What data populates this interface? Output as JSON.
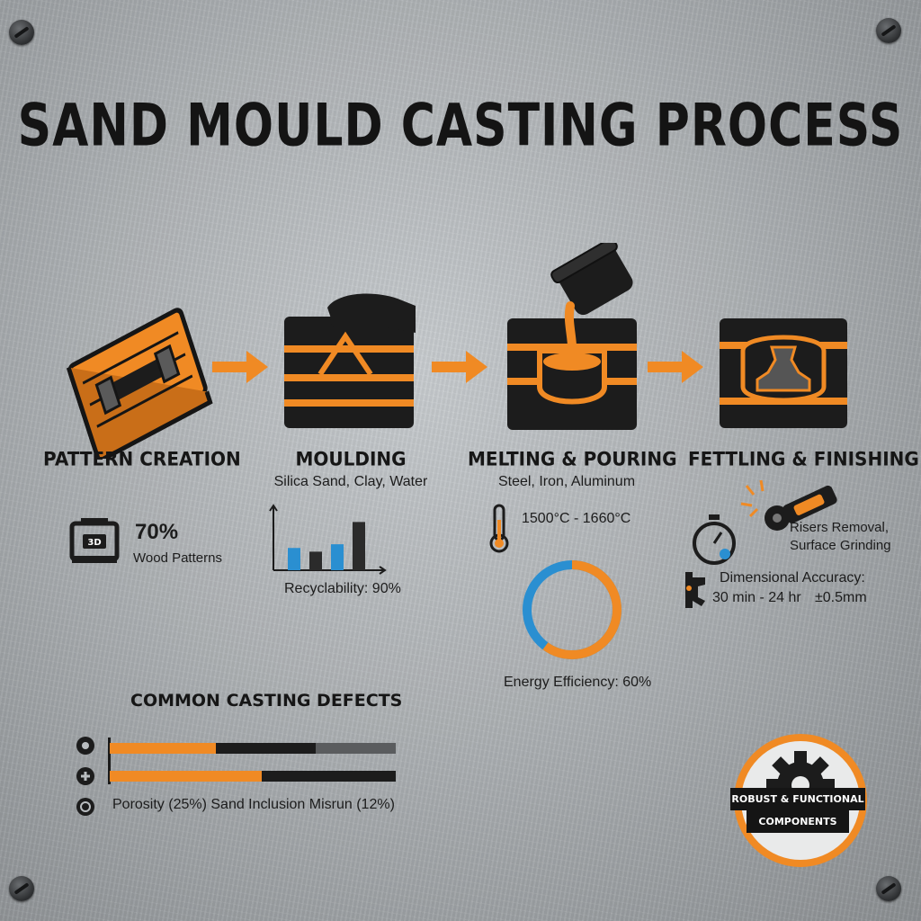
{
  "title": "SAND MOULD CASTING PROCESS",
  "steps": [
    {
      "label": "PATTERN CREATION",
      "sub": ""
    },
    {
      "label": "MOULDING",
      "sub": "Silica Sand, Clay, Water"
    },
    {
      "label": "MELTING & POURING",
      "sub": "Steel, Iron, Aluminum"
    },
    {
      "label": "FETTLING & FINISHING",
      "sub": ""
    }
  ],
  "pattern": {
    "stat": "70%",
    "stat_label": "Wood Patterns",
    "printer_label": "3D"
  },
  "moulding": {
    "chart_caption": "Recyclability: 90%"
  },
  "melting": {
    "temperature": "1500°C - 1660°C",
    "efficiency_caption": "Energy Efficiency: 60%",
    "efficiency_percent": 60
  },
  "fettling": {
    "task_line1": "Risers Removal,",
    "task_line2": "Surface Grinding",
    "accuracy_label": "Dimensional Accuracy:",
    "time_range": "30 min - 24 hr",
    "tolerance": "±0.5mm"
  },
  "defects": {
    "title": "COMMON CASTING DEFECTS",
    "legend": "Porosity (25%)  Sand Inclusion  Misrun (12%)",
    "bars": [
      {
        "segments": [
          {
            "fraction": 0.37,
            "color": "#f08a24"
          },
          {
            "fraction": 0.35,
            "color": "#1c1c1c"
          },
          {
            "fraction": 0.28,
            "color": "#5a5c5e"
          }
        ]
      },
      {
        "segments": [
          {
            "fraction": 0.53,
            "color": "#f08a24"
          },
          {
            "fraction": 0.47,
            "color": "#1c1c1c"
          }
        ]
      }
    ]
  },
  "badge": {
    "line1": "ROBUST & FUNCTIONAL",
    "line2": "COMPONENTS"
  },
  "colors": {
    "accent": "#f08a24",
    "dark": "#1c1c1c",
    "blue": "#2a8fd1"
  },
  "chart_data": {
    "type": "bar",
    "categories": [
      "",
      "",
      "",
      ""
    ],
    "series": [
      {
        "values": [
          3,
          2.5,
          3.5,
          6.5
        ]
      }
    ],
    "colors": [
      "#2a8fd1",
      "#2b2b2b",
      "#2a8fd1",
      "#2b2b2b"
    ],
    "title": "",
    "xlabel": "",
    "ylabel": "",
    "ylim": [
      0,
      8
    ]
  }
}
